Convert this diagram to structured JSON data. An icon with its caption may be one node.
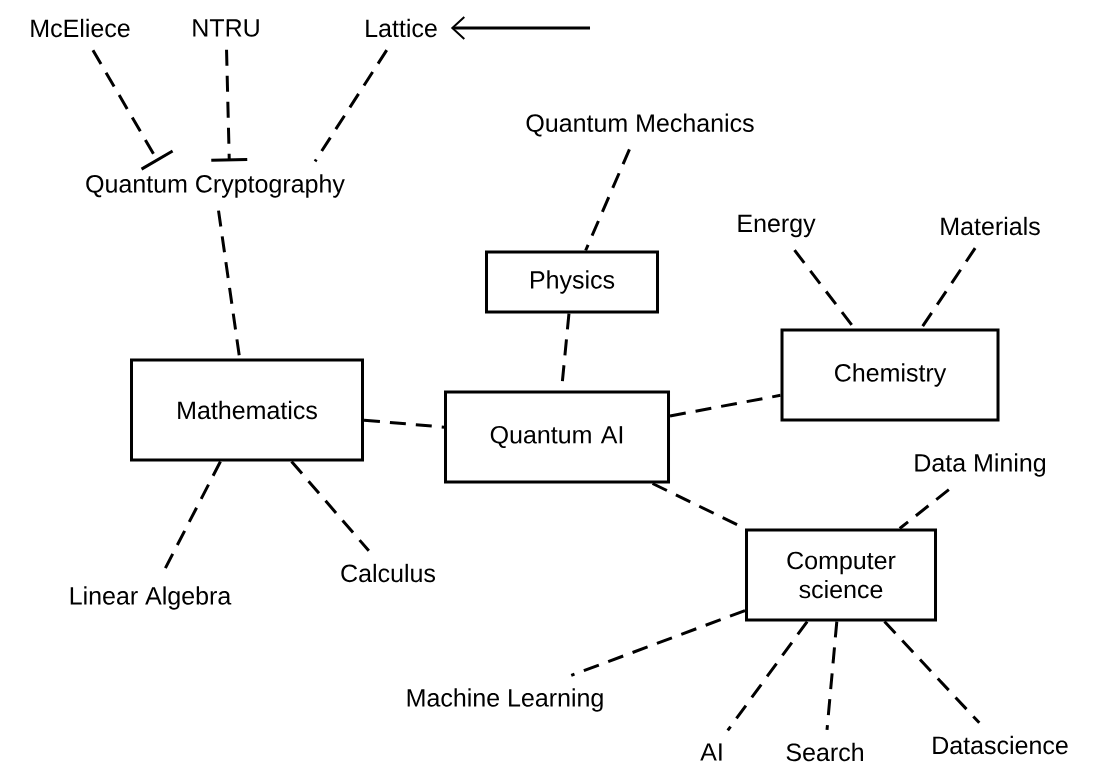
{
  "diagram": {
    "nodes": [
      {
        "text": [
          "McEliece"
        ]
      },
      {
        "text": [
          "NTRU"
        ]
      },
      {
        "text": [
          "Lattice"
        ]
      },
      {
        "text": [
          "Quantum Cryptography"
        ]
      },
      {
        "text": [
          "Quantum Mechanics"
        ]
      },
      {
        "text": [
          "Physics"
        ]
      },
      {
        "text": [
          "Energy"
        ]
      },
      {
        "text": [
          "Materials"
        ]
      },
      {
        "text": [
          "Mathematics"
        ]
      },
      {
        "text": [
          "Quantum AI"
        ]
      },
      {
        "text": [
          "Chemistry"
        ]
      },
      {
        "text": [
          "Data Mining"
        ]
      },
      {
        "text": [
          "Computer science"
        ]
      },
      {
        "text": [
          "Linear Algebra"
        ]
      },
      {
        "text": [
          "Calculus"
        ]
      },
      {
        "text": [
          "Machine Learning"
        ]
      },
      {
        "text": [
          "AI"
        ]
      },
      {
        "text": [
          "Search"
        ]
      },
      {
        "text": [
          "Datascience"
        ]
      }
    ],
    "edges": [
      {
        "from": 0,
        "to": 3,
        "arrow": "other",
        "style": "dashed"
      },
      {
        "from": 1,
        "to": 3,
        "arrow": "other",
        "style": "dashed"
      },
      {
        "from": 2,
        "to": 3,
        "arrow": "none",
        "style": "dashed"
      },
      {
        "from": null,
        "to": 2,
        "arrow": "to"
      },
      {
        "from": 4,
        "to": 5,
        "arrow": "none",
        "style": "dashed"
      },
      {
        "from": 3,
        "to": 8,
        "arrow": "none",
        "style": "dashed"
      },
      {
        "from": 5,
        "to": 9,
        "arrow": "none",
        "style": "dashed"
      },
      {
        "from": 8,
        "to": 9,
        "arrow": "none",
        "style": "dashed"
      },
      {
        "from": 9,
        "to": 10,
        "arrow": "none",
        "style": "dashed"
      },
      {
        "from": 6,
        "to": 10,
        "arrow": "none",
        "style": "dashed"
      },
      {
        "from": 7,
        "to": 10,
        "arrow": "none",
        "style": "dashed"
      },
      {
        "from": 9,
        "to": 12,
        "arrow": "none",
        "style": "dashed"
      },
      {
        "from": 11,
        "to": 12,
        "arrow": "none",
        "style": "dashed"
      },
      {
        "from": 8,
        "to": 13,
        "arrow": "none",
        "style": "dashed"
      },
      {
        "from": 8,
        "to": 14,
        "arrow": "none",
        "style": "dashed"
      },
      {
        "from": 12,
        "to": 15,
        "arrow": "none",
        "style": "dashed"
      },
      {
        "from": 12,
        "to": 16,
        "arrow": "none",
        "style": "dashed"
      },
      {
        "from": 12,
        "to": 17,
        "arrow": "none",
        "style": "dashed"
      },
      {
        "from": 12,
        "to": 18,
        "arrow": "none",
        "style": "dashed"
      }
    ]
  }
}
